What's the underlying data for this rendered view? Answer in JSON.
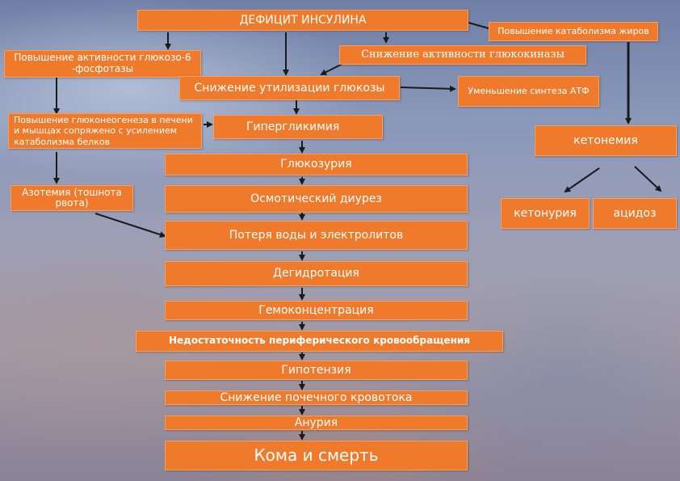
{
  "diagram": {
    "nodes": {
      "deficit": "ДЕФИЦИТ ИНСУЛИНА",
      "fat_catabolism": "Повышение катаболизма жиров",
      "g6p_activity": "Повышение активности глюкозо-6 -фосфотазы",
      "glucokinase": "Снижение активности глюкокиназы",
      "glucose_util": "Снижение утилизации глюкозы",
      "atp": "Уменьшение синтеза АТФ",
      "gluconeogenesis": "Повышение глюконеогенеза в печени и мышцах сопряжено с усилением катаболизма белков",
      "hyperglycemia": "Гипергликимия",
      "ketonemia": "кетонемия",
      "glucosuria": "Глюкозурия",
      "azotemia": "Азотемия (тошнота рвота)",
      "osmotic": "Осмотический диурез",
      "ketonuria": "кетонурия",
      "acidosis": "ацидоз",
      "water_loss": "Потеря воды и электролитов",
      "dehydration": "Дегидротация",
      "hemoconcentration": "Гемоконцентрация",
      "circulation": "Недостаточность периферического кровообращения",
      "hypotension": "Гипотензия",
      "renal_flow": "Снижение почечного кровотока",
      "anuria": "Анурия",
      "coma": "Кома и смерть"
    }
  },
  "colors": {
    "box_fill": "#f07a2c",
    "box_border": "#f7a061",
    "text": "#ffffff",
    "arrow": "#1a1a1a"
  }
}
